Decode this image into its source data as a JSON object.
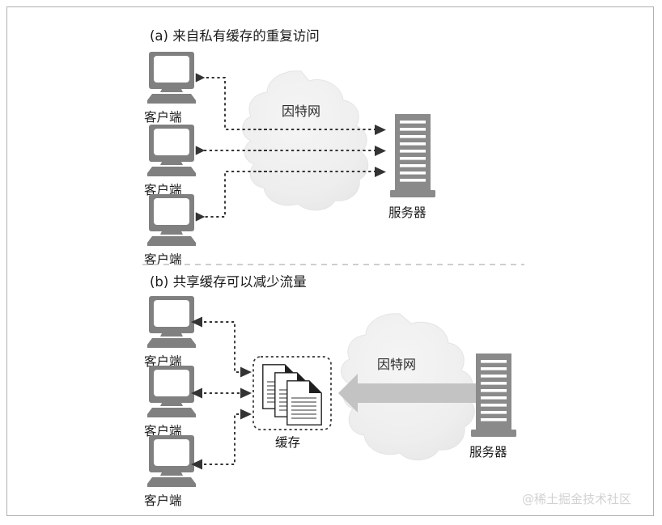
{
  "figure": {
    "background_color": "#ffffff",
    "border_color": "#b0b0b0",
    "watermark": "@稀土掘金技术社区"
  },
  "palette": {
    "device_gray": "#808080",
    "device_dark": "#6e6e6e",
    "screen_white": "#ffffff",
    "cloud_fill": "#eeeeee",
    "cloud_stroke": "#e2e2e2",
    "arrow_black": "#333333",
    "big_arrow_gray": "#c0c0c0",
    "divider_gray": "#bdbdbd",
    "text_black": "#1a1a1a",
    "watermark_gray": "#d2d2d2"
  },
  "panel_a": {
    "title": "(a) 来自私有缓存的重复访问",
    "clients": [
      {
        "label": "客户端"
      },
      {
        "label": "客户端"
      },
      {
        "label": "客户端"
      }
    ],
    "cloud_label": "因特网",
    "server_label": "服务器",
    "flow_direction": "server-to-each-client",
    "connection_count": 3
  },
  "divider": {
    "style": "dashed",
    "color": "#bdbdbd"
  },
  "panel_b": {
    "title": "(b) 共享缓存可以减少流量",
    "clients": [
      {
        "label": "客户端"
      },
      {
        "label": "客户端"
      },
      {
        "label": "客户端"
      }
    ],
    "cache_label": "缓存",
    "cache_documents": 3,
    "cloud_label": "因特网",
    "server_label": "服务器",
    "flow_direction": "bidirectional",
    "connection_count": 3
  }
}
